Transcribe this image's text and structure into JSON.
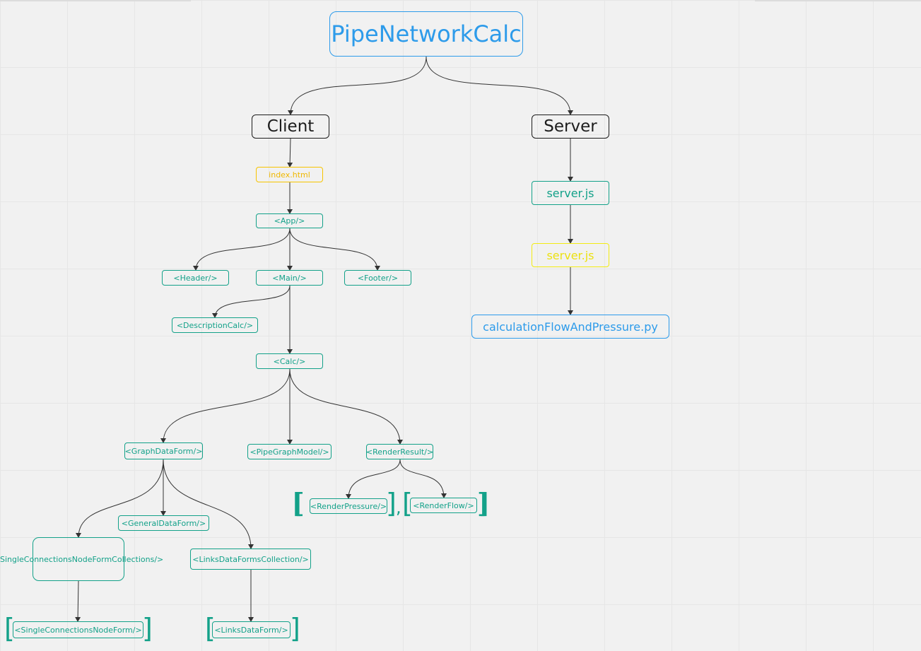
{
  "diagram": {
    "title": "PipeNetworkCalc",
    "client": "Client",
    "server": "Server",
    "client_nodes": {
      "index_html": "index.html",
      "app": "<App/>",
      "header": "<Header/>",
      "main": "<Main/>",
      "footer": "<Footer/>",
      "description_calc": "<DescriptionCalc/>",
      "calc": "<Calc/>",
      "graph_data_form": "<GraphDataForm/>",
      "pipe_graph_model": "<PipeGraphModel/>",
      "render_result": "<RenderResult/>",
      "render_pressure": "<RenderPressure/>",
      "render_flow": "<RenderFlow/>",
      "general_data_form": "<GeneralDataForm/>",
      "single_connections_node_form_collections": "<SingleConnectionsNodeFormCollections/>",
      "links_data_forms_collection": "<LinksDataFormsCollection/>",
      "single_connections_node_form": "<SingleConnectionsNodeForm/>",
      "links_data_form": "<LinksDataForm/>"
    },
    "server_nodes": {
      "server_js": "server.js",
      "server_js_2": "server.js",
      "calculation_py": "calculationFlowAndPressure.py"
    },
    "colors": {
      "component": "#13a189",
      "entry": "#f7c400",
      "module": "#f3ec12",
      "root": "#2d9bea",
      "group": "#1c1c1c",
      "edge": "#333333"
    }
  }
}
